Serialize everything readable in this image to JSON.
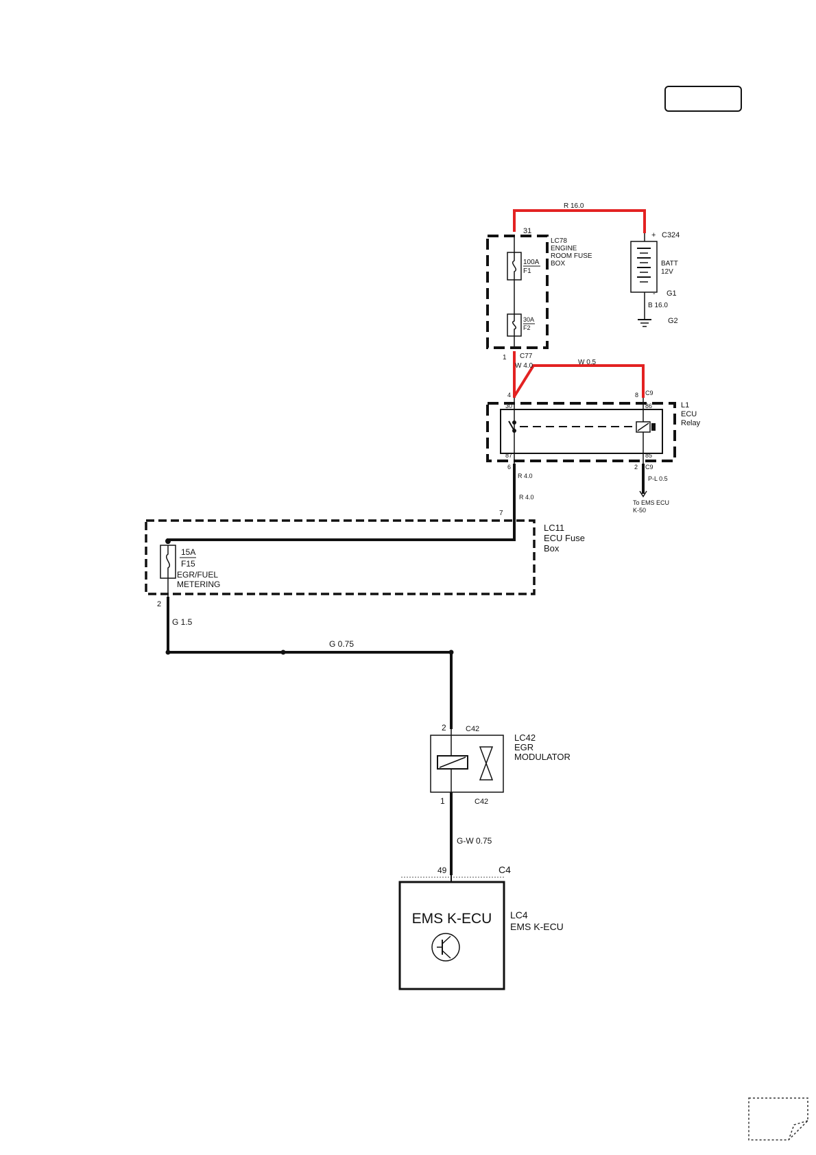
{
  "header": {
    "page_box_label": ""
  },
  "wires": {
    "batt_feed": "R 16.0",
    "relay_feed": "W 4.0",
    "relay_coil_feed": "W 0.5",
    "relay_out_1": "R 4.0",
    "relay_out_2": "R 4.0",
    "relay_coil_out": "P-L 0.5",
    "fuse_out": "G 1.5",
    "egr_feed": "G 0.75",
    "egr_out": "G-W 0.75",
    "batt_ground": "B 16.0"
  },
  "battery": {
    "connector": "C324",
    "plus": "+",
    "minus": "-",
    "label_line1": "BATT",
    "label_line2": "12V",
    "ground_1": "G1",
    "ground_2": "G2"
  },
  "engine_fuse_box": {
    "id": "LC78",
    "name_line1": "ENGINE",
    "name_line2": "ROOM FUSE",
    "name_line3": "BOX",
    "pin_in": "31",
    "pin_out": "1",
    "connector_out": "C77",
    "fuse1_rating": "100A",
    "fuse1_id": "F1",
    "fuse2_rating": "30A",
    "fuse2_id": "F2"
  },
  "ecu_relay": {
    "id": "L1",
    "name_line1": "ECU",
    "name_line2": "Relay",
    "pin_in_left": "4",
    "pin_in_right": "8",
    "connector_top": "C9",
    "terminal_30": "30",
    "terminal_86": "86",
    "terminal_87": "87",
    "terminal_85": "85",
    "pin_out_left": "6",
    "pin_out_right": "2",
    "connector_bottom": "C9",
    "to_label_line1": "To EMS ECU",
    "to_label_line2": "K-50"
  },
  "ecu_fuse_box": {
    "id": "LC11",
    "name_line1": "ECU Fuse",
    "name_line2": "Box",
    "pin_in": "7",
    "pin_out": "2",
    "fuse_rating": "15A",
    "fuse_id": "F15",
    "fuse_name_line1": "EGR/FUEL",
    "fuse_name_line2": "METERING"
  },
  "egr_modulator": {
    "id": "LC42",
    "name_line1": "EGR",
    "name_line2": "MODULATOR",
    "pin_in": "2",
    "connector_in": "C42",
    "pin_out": "1",
    "connector_out": "C42"
  },
  "ems_ecu": {
    "id": "LC4",
    "name": "EMS K-ECU",
    "box_label": "EMS K-ECU",
    "pin": "49",
    "connector": "C4"
  }
}
